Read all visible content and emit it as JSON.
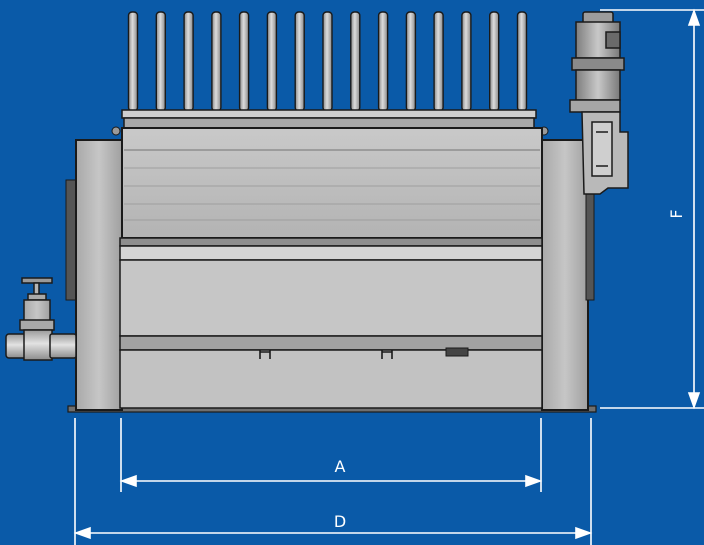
{
  "dimensions": {
    "a_label": "A",
    "d_label": "D",
    "f_label": "F"
  },
  "colors": {
    "background": "#0a5aa8",
    "machine_body": "#bcbcbc",
    "machine_light": "#d4d4d4",
    "machine_dark": "#8e8e8e",
    "outline": "#1a1a1a",
    "dimension_line": "#ffffff"
  },
  "vent_tube_count": 15
}
